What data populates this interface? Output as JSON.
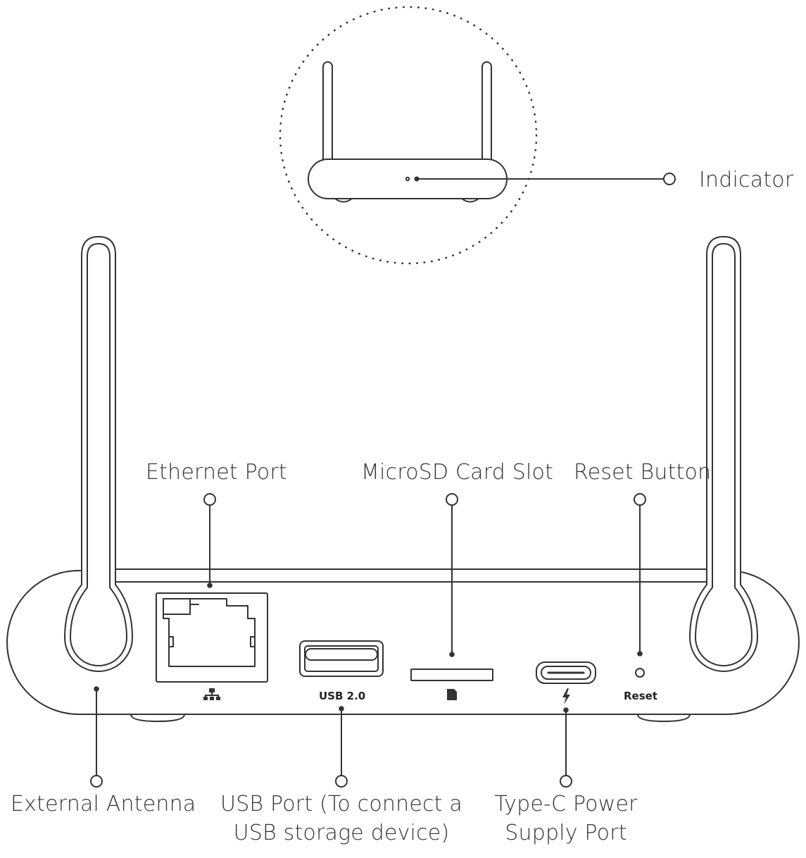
{
  "labels": {
    "indicator": "Indicator",
    "ethernet_port": "Ethernet Port",
    "microsd_slot": "MicroSD Card Slot",
    "reset_button": "Reset Button",
    "external_antenna": "External Antenna",
    "usb_port_line1": "USB Port (To connect a",
    "usb_port_line2": "USB storage device)",
    "typec_line1": "Type-C Power",
    "typec_line2": "Supply Port"
  },
  "port_markings": {
    "usb": "USB 2.0",
    "reset": "Reset"
  },
  "icons": [
    "ethernet-icon",
    "sd-card-icon",
    "lightning-icon"
  ],
  "colors": {
    "stroke": "#333333",
    "background": "#ffffff"
  }
}
